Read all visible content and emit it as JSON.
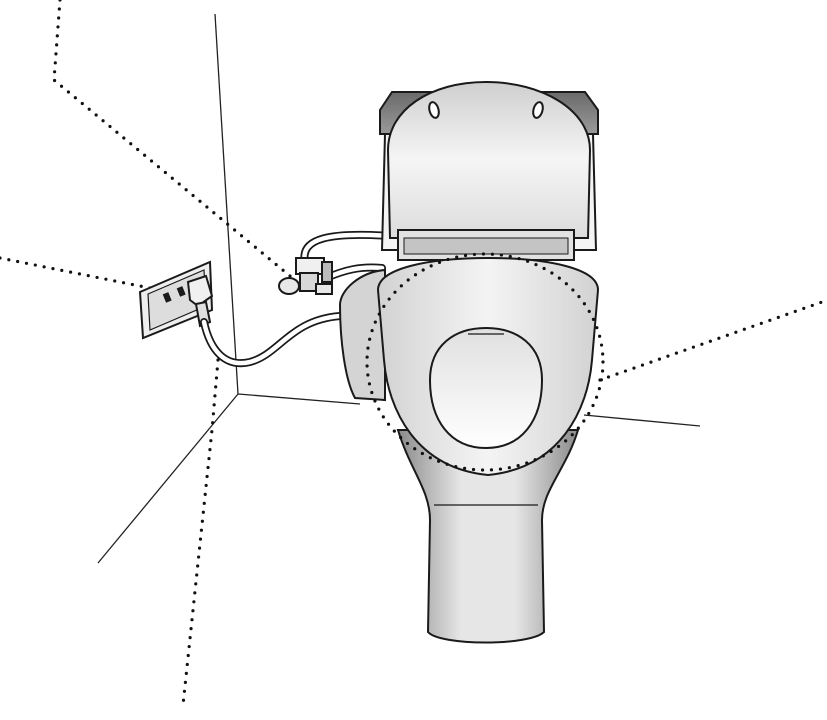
{
  "diagram": {
    "parts": [
      {
        "id": "wall-outlet",
        "icon": "power-outlet-icon"
      },
      {
        "id": "power-plug",
        "icon": "plug-icon"
      },
      {
        "id": "power-cord",
        "icon": "cable-icon"
      },
      {
        "id": "water-valve",
        "icon": "valve-icon"
      },
      {
        "id": "water-hose",
        "icon": "hose-icon"
      },
      {
        "id": "toilet-tank",
        "icon": "tank-icon"
      },
      {
        "id": "seat-lid",
        "icon": "lid-icon"
      },
      {
        "id": "bidet-seat",
        "icon": "toilet-seat-icon"
      },
      {
        "id": "toilet-bowl",
        "icon": "toilet-bowl-icon"
      }
    ],
    "highlights": [
      "bidet-seat"
    ],
    "colors": {
      "line": "#1a1a1a",
      "fill_light": "#f2f2f2",
      "fill_mid": "#cfcfcf",
      "fill_dark": "#9a9a9a",
      "background": "#ffffff"
    }
  }
}
